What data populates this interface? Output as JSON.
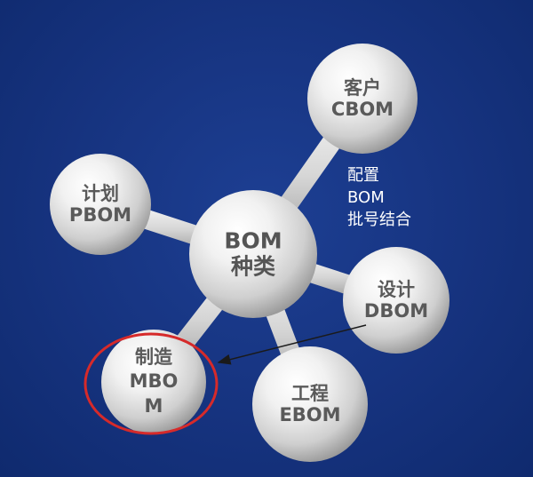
{
  "center": {
    "line1": "BOM",
    "line2": "种类"
  },
  "nodes": {
    "cbom": {
      "line1": "客户",
      "line2": "CBOM"
    },
    "pbom": {
      "line1": "计划",
      "line2": "PBOM"
    },
    "dbom": {
      "line1": "设计",
      "line2": "DBOM"
    },
    "ebom": {
      "line1": "工程",
      "line2": "EBOM"
    },
    "mbom": {
      "line1": "制造",
      "line2": "MBO",
      "line3": "M"
    }
  },
  "annotation": {
    "line1": "配置",
    "line2": "BOM",
    "line3": "批号结合"
  },
  "colors": {
    "background": "#16337f",
    "highlight_ring": "#d62a2a",
    "arrow": "#1a1a1a",
    "sphere_text": "#5a5a5a",
    "annotation_text": "#ffffff"
  }
}
